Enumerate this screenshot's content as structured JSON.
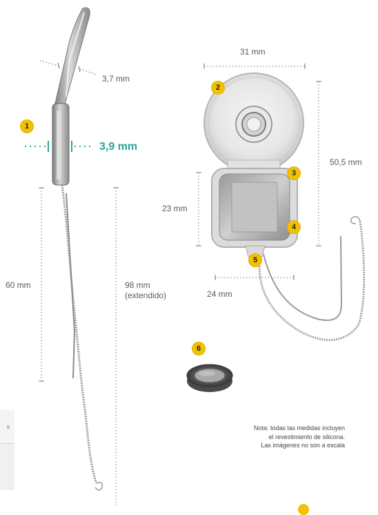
{
  "labels": {
    "paddle_thickness": "3,7 mm",
    "body_thickness": "3,9 mm",
    "lead_length": "60 mm",
    "total_length": "98 mm",
    "total_length_note": "(extendido)",
    "width": "31 mm",
    "height": "50,5 mm",
    "housing_height": "23 mm",
    "housing_width": "24 mm"
  },
  "badges": [
    "1",
    "2",
    "3",
    "4",
    "5",
    "6"
  ],
  "note": {
    "line1": "Nota: todas las medidas incluyen",
    "line2": "el revestimiento de silicona.",
    "line3": "Las imágenes no son a escala"
  },
  "side_panel": {
    "row1": "s"
  },
  "colors": {
    "accent": "#2aa39a",
    "badge": "#f2c200",
    "metal": "#a9a9a9"
  }
}
